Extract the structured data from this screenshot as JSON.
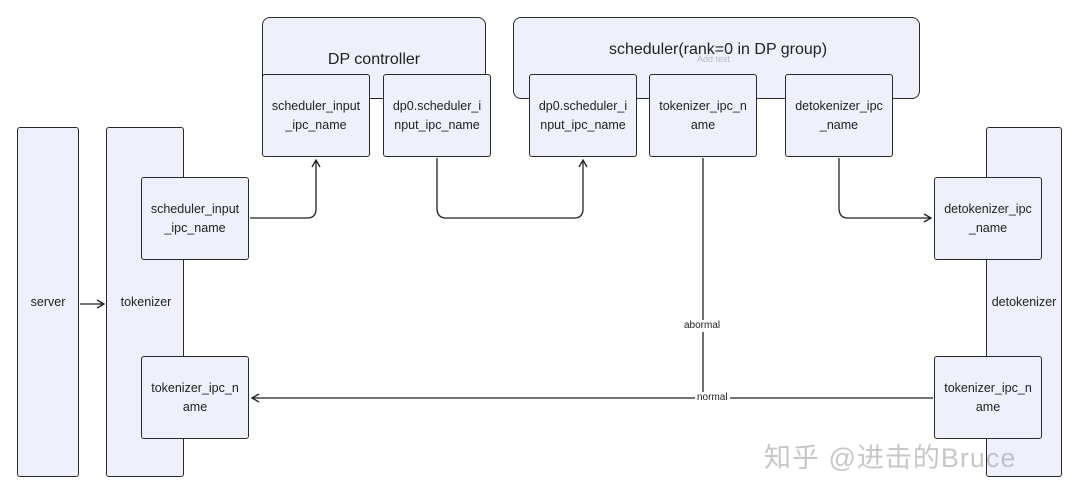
{
  "nodes": {
    "server": "server",
    "tokenizer": "tokenizer",
    "tok_scheduler_input": "scheduler_input\n_ipc_name",
    "tok_tokenizer_ipc": "tokenizer_ipc_n\name",
    "dp_controller": "DP controller",
    "dp_scheduler_input": "scheduler_input\n_ipc_name",
    "dp_dp0_scheduler": "dp0.scheduler_i\nnput_ipc_name",
    "scheduler_group": "scheduler(rank=0 in DP group)",
    "sch_dp0_scheduler": "dp0.scheduler_i\nnput_ipc_name",
    "sch_tokenizer_ipc": "tokenizer_ipc_n\name",
    "sch_detokenizer_ipc": "detokenizer_ipc\n_name",
    "detokenizer": "detokenizer",
    "detok_detokenizer_ipc": "detokenizer_ipc\n_name",
    "detok_tokenizer_ipc": "tokenizer_ipc_n\name"
  },
  "edges": {
    "abnormal_label": "abormal",
    "normal_label": "normal"
  },
  "overlay": {
    "add_text_hint": "Add text",
    "watermark": "知乎 @进击的Bruce"
  }
}
